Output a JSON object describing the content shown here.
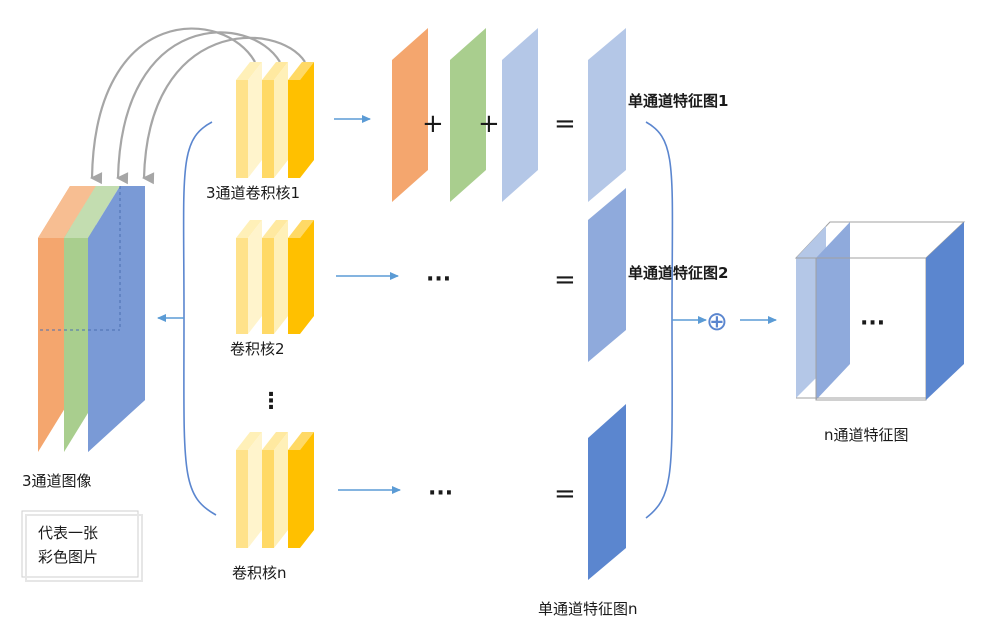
{
  "labels": {
    "input_image": "3通道图像",
    "note_line1": "代表一张",
    "note_line2": "彩色图片",
    "kernel_1": "3通道卷积核1",
    "kernel_2": "卷积核2",
    "kernel_n": "卷积核n",
    "feature_1": "单通道特征图1",
    "feature_2": "单通道特征图2",
    "feature_n": "单通道特征图n",
    "output": "n通道特征图"
  },
  "symbols": {
    "plus": "+",
    "equals": "=",
    "ellipsis": "···",
    "vertical_ellipsis": "⋮",
    "oplus": "⊕"
  },
  "colors": {
    "orange": "#F4A66E",
    "green": "#A9CE8E",
    "blue": "#8FAADC",
    "light_blue": "#B4C7E7",
    "dark_blue": "#5B86CF",
    "kernel_light": "#FFE28A",
    "kernel_dark": "#FFC000",
    "arrow_blue": "#5B9BD5",
    "arc_gray": "#A6A6A6"
  }
}
